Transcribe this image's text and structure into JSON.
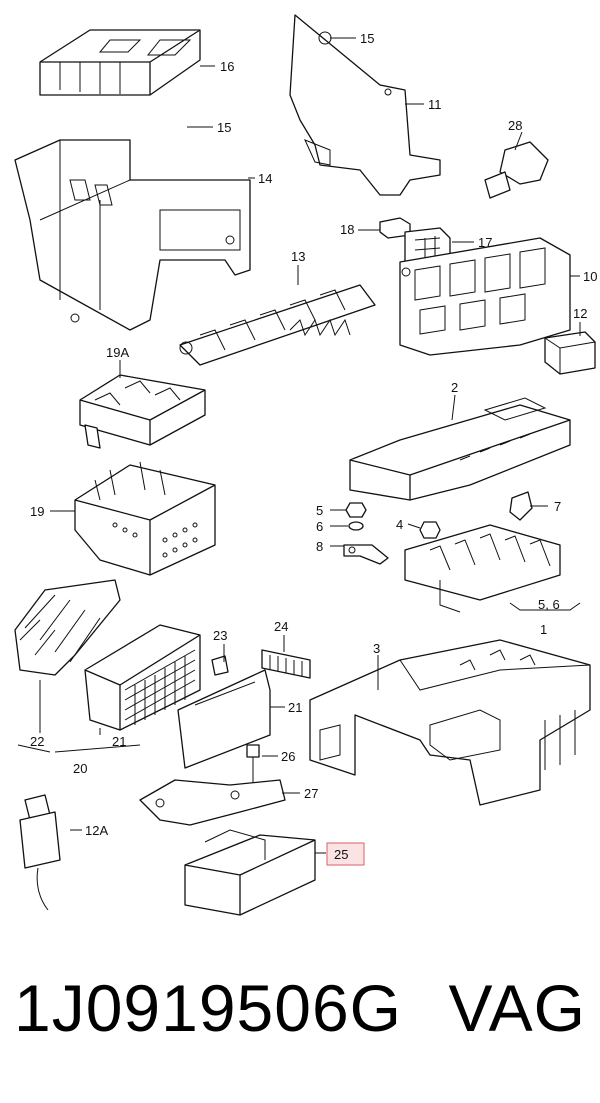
{
  "callouts": {
    "c1": "1",
    "c2": "2",
    "c3": "3",
    "c4": "4",
    "c5": "5",
    "c6": "6",
    "c7": "7",
    "c8": "8",
    "c10": "10",
    "c11": "11",
    "c12": "12",
    "c12a": "12A",
    "c13": "13",
    "c15a": "15",
    "c15b": "15",
    "c16": "16",
    "c14": "14",
    "c17": "17",
    "c18": "18",
    "c19": "19",
    "c19a": "19A",
    "c20": "20",
    "c21a": "21",
    "c21b": "21",
    "c22": "22",
    "c23": "23",
    "c24": "24",
    "c25": "25",
    "c26": "26",
    "c27": "27",
    "c28": "28",
    "c56": "5, 6"
  },
  "highlight_color": "#d9626a",
  "footer": {
    "part_number": "1J0919506G",
    "brand": "VAG"
  }
}
